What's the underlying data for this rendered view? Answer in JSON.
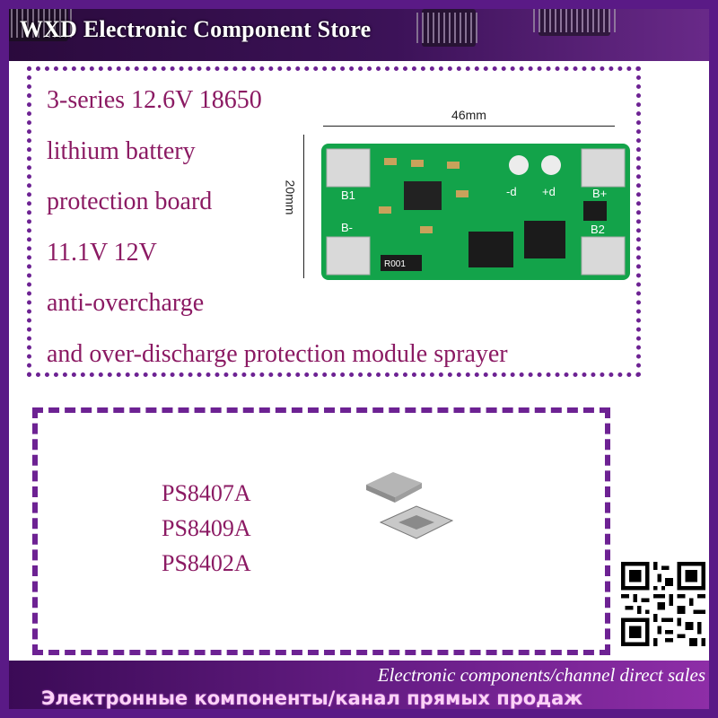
{
  "header": {
    "title": "WXD Electronic Component Store"
  },
  "product": {
    "description_lines": [
      "3-series 12.6V 18650",
      "lithium battery",
      "protection board",
      "11.1V 12V",
      "anti-overcharge",
      "and over-discharge protection module sprayer"
    ],
    "dim_width": "46mm",
    "dim_height": "20mm",
    "board_labels": {
      "b1": "B1",
      "bminus": "B-",
      "minus_d": "-d",
      "plus_d": "+d",
      "bplus": "B+",
      "b2": "B2",
      "resistor": "R001"
    }
  },
  "chips": [
    "PS8407A",
    "PS8409A",
    "PS8402A"
  ],
  "footer": {
    "en": "Electronic components/channel direct sales",
    "ru": "Электронные компоненты/канал прямых продаж"
  },
  "colors": {
    "brand_purple": "#6d2293",
    "text_magenta": "#8b1a63",
    "pcb_green": "#13a34a"
  }
}
